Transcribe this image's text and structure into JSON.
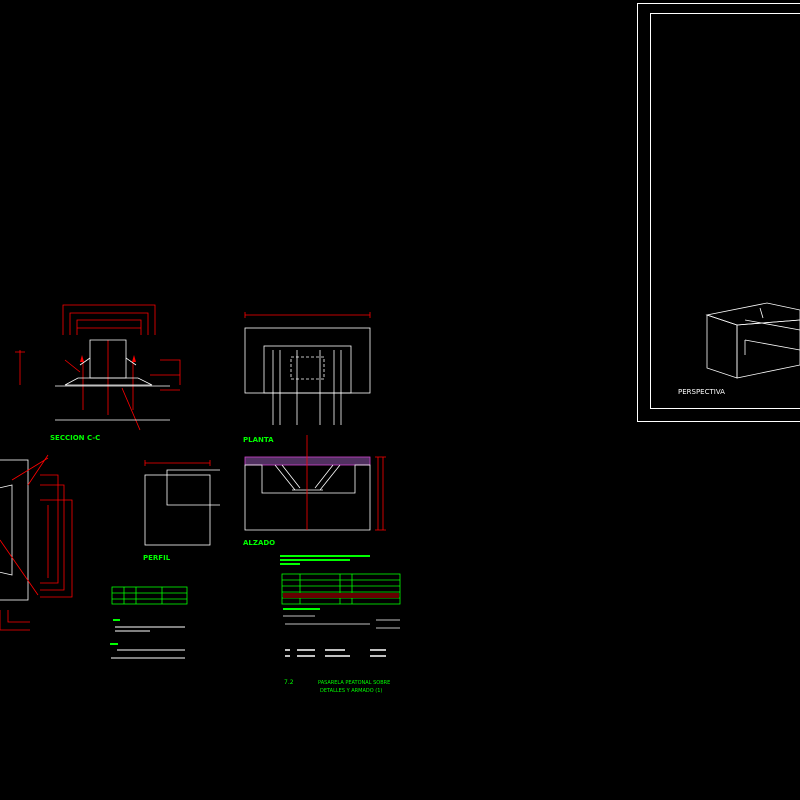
{
  "views": {
    "section": "SECCION C-C",
    "plan": "PLANTA",
    "profile": "PERFIL",
    "elevation": "ALZADO",
    "perspective": "PERSPECTIVA"
  },
  "title_block": {
    "number": "7.2",
    "line1": "PASARELA PEATONAL SOBRE",
    "line2": "DETALLES Y ARMADO (1)"
  },
  "colors": {
    "background": "#000000",
    "geometry": "#ffffff",
    "dimensions": "#ff0000",
    "labels": "#00ff00",
    "hatch": "#cc44cc"
  }
}
